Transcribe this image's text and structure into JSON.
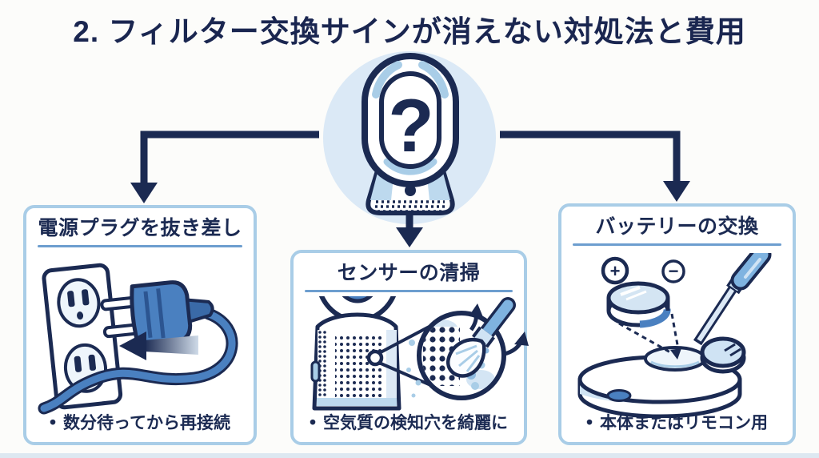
{
  "title": "2. フィルター交換サインが消えない対処法と費用",
  "device": {
    "question_mark": "?"
  },
  "glyphs": {
    "bullet": "•"
  },
  "colors": {
    "navy": "#1b2a52",
    "mid_blue": "#4a80c0",
    "light_blue": "#cfe3f4",
    "pale_circle_blue": "#dbe9f6",
    "card_border": "#a9cde7",
    "divider_blue": "#6d9ecf",
    "background": "#fcfcfa"
  },
  "cards": [
    {
      "header": "電源プラグを抜き差し",
      "bullet": "数分待ってから再接続"
    },
    {
      "header": "センサーの清掃",
      "bullet": "空気質の検知穴を綺麗に"
    },
    {
      "header": "バッテリーの交換",
      "bullet": "本体またはリモコン用",
      "battery_plus": "+",
      "battery_minus": "−"
    }
  ]
}
